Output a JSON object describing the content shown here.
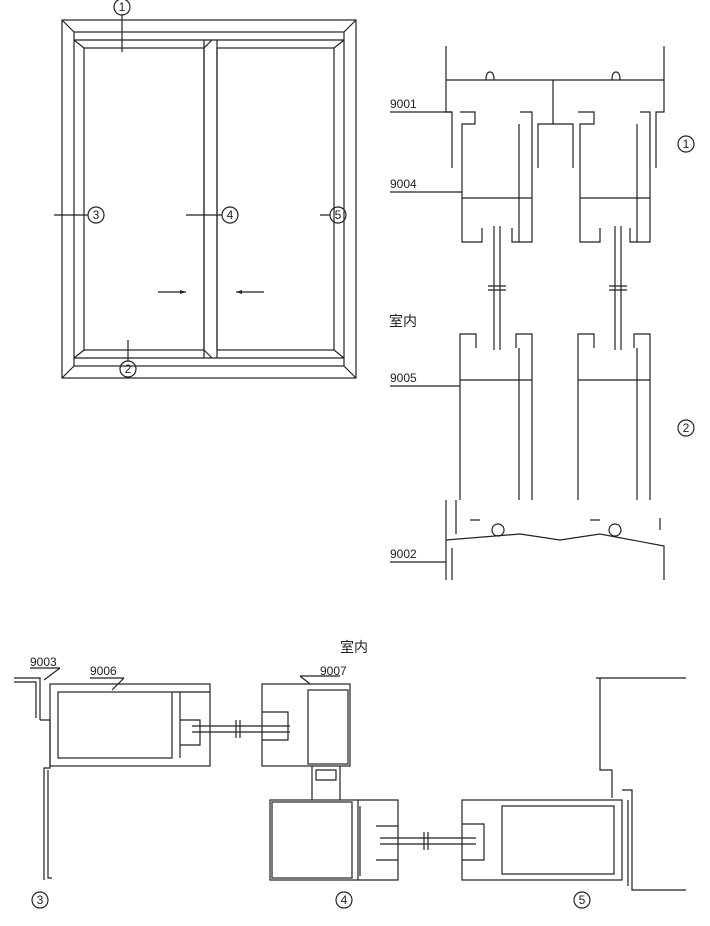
{
  "elevation": {
    "markers": [
      "1",
      "2",
      "3",
      "4",
      "5"
    ]
  },
  "vertical_section": {
    "labels": [
      "9001",
      "9004",
      "9005",
      "9002"
    ],
    "indoor": "室内",
    "markers": [
      "1",
      "2"
    ]
  },
  "horizontal_section": {
    "labels": [
      "9003",
      "9006",
      "9007"
    ],
    "indoor": "室内",
    "markers": [
      "3",
      "4",
      "5"
    ]
  }
}
